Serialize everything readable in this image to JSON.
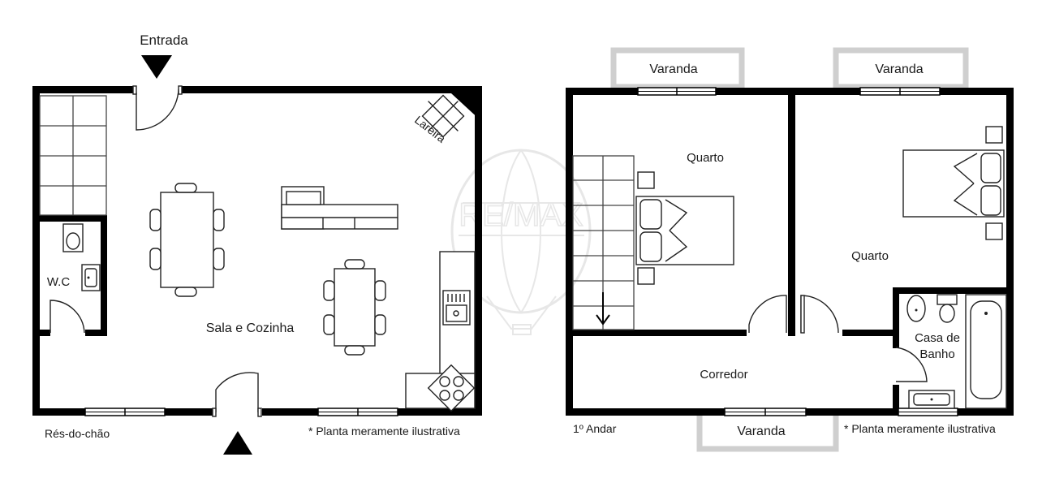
{
  "ground_floor": {
    "entrance_label": "Entrada",
    "fireplace_label": "Lareira",
    "wc_label": "W.C",
    "living_kitchen_label": "Sala e Cozinha",
    "floor_label": "Rés-do-chão",
    "disclaimer": "* Planta meramente ilustrativa"
  },
  "first_floor": {
    "balcony_left_label": "Varanda",
    "balcony_right_label": "Varanda",
    "balcony_bottom_label": "Varanda",
    "bedroom_left_label": "Quarto",
    "bedroom_right_label": "Quarto",
    "bathroom_label_line1": "Casa de",
    "bathroom_label_line2": "Banho",
    "corridor_label": "Corredor",
    "floor_label": "1º Andar",
    "disclaimer": "* Planta meramente ilustrativa"
  },
  "watermark": {
    "brand": "RE/MAX"
  },
  "colors": {
    "wall": "#000000",
    "balcony": "#cfcfcf",
    "watermark": "#d8d8d8"
  }
}
